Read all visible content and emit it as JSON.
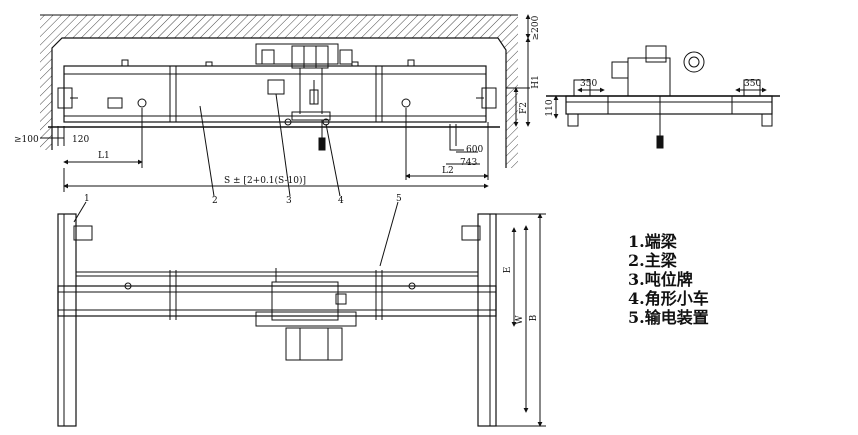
{
  "drawing": {
    "elevation_dims": {
      "clearance_top": "≥200",
      "h1": "H1",
      "f2": "F2",
      "left_min": "≥100",
      "left_120": "120",
      "l1": "L1",
      "dim_600": "600",
      "dim_743": "743",
      "l2": "L2",
      "span": "S ± [2+0.1(S-10)]"
    },
    "side_dims": {
      "left_350": "350",
      "right_350": "350",
      "height_110": "110"
    },
    "plan_dims": {
      "e": "E",
      "w": "W",
      "b": "B"
    },
    "callout_numbers": [
      "1",
      "2",
      "3",
      "4",
      "5"
    ]
  },
  "legend": [
    {
      "number": "1.",
      "name": "端梁"
    },
    {
      "number": "2.",
      "name": "主梁"
    },
    {
      "number": "3.",
      "name": "吨位牌"
    },
    {
      "number": "4.",
      "name": "角形小车"
    },
    {
      "number": "5.",
      "name": "输电装置"
    }
  ]
}
